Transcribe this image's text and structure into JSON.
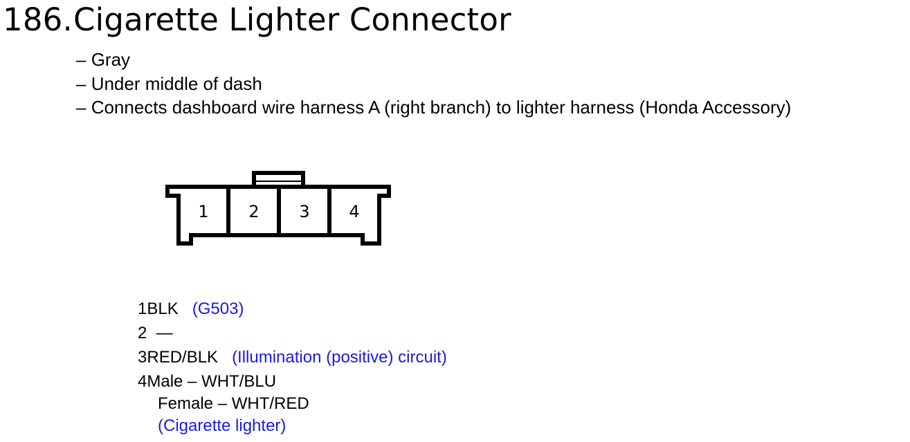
{
  "header": {
    "number": "186.",
    "title": "Cigarette Lighter Connector"
  },
  "details": [
    "Gray",
    "Under middle of dash",
    "Connects dashboard wire harness A (right branch) to lighter harness (Honda Accessory)"
  ],
  "connector": {
    "terminal_labels": [
      "1",
      "2",
      "3",
      "4"
    ]
  },
  "pins": [
    {
      "number": "1",
      "wire": "BLK",
      "note": "(G503)"
    },
    {
      "number": "2",
      "wire": "—",
      "note": ""
    },
    {
      "number": "3",
      "wire": "RED/BLK",
      "note": "(Illumination (positive) circuit)"
    },
    {
      "number": "4",
      "wire": "Male – WHT/BLU",
      "wire_female": "Female – WHT/RED",
      "note": "(Cigarette lighter)"
    }
  ],
  "colors": {
    "text": "#000000",
    "note": "#1a1adf"
  }
}
